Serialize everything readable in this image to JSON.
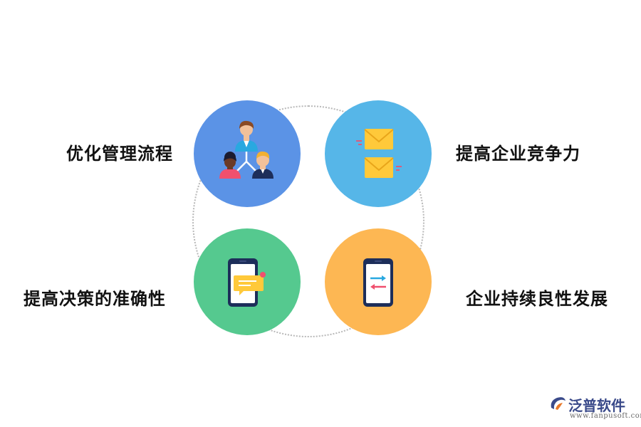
{
  "diagram": {
    "items": [
      {
        "label": "优化管理流程",
        "color": "#5b93e6",
        "icon": "team-hierarchy-icon"
      },
      {
        "label": "提高企业竞争力",
        "color": "#56b6e8",
        "icon": "envelopes-icon"
      },
      {
        "label": "提高决策的准确性",
        "color": "#55c98f",
        "icon": "phone-message-icon"
      },
      {
        "label": "企业持续良性发展",
        "color": "#fdb753",
        "icon": "phone-transfer-icon"
      }
    ]
  },
  "watermark": {
    "name": "泛普软件",
    "url": "www.fanpusoft.com"
  }
}
